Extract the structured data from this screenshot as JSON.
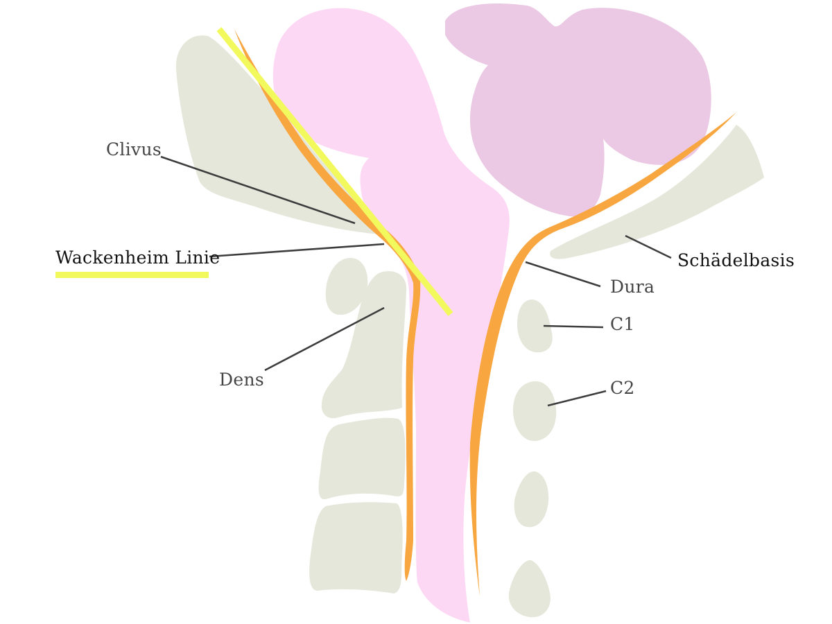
{
  "labels": {
    "clivus": "Clivus",
    "wackenheim": "Wackenheim Linie",
    "dens": "Dens",
    "schaedelbasis": "Schädelbasis",
    "dura": "Dura",
    "c1": "C1",
    "c2": "C2"
  },
  "colors": {
    "bone": "#e5e7da",
    "brainstem": "#fdd8f5",
    "cerebellum": "#ebc8e3",
    "dura": "#f7a640",
    "wackenheim_line": "#f2f95d",
    "leader_line": "#3d3d3d",
    "label_text": "#444444",
    "highlight_text": "#111111"
  }
}
